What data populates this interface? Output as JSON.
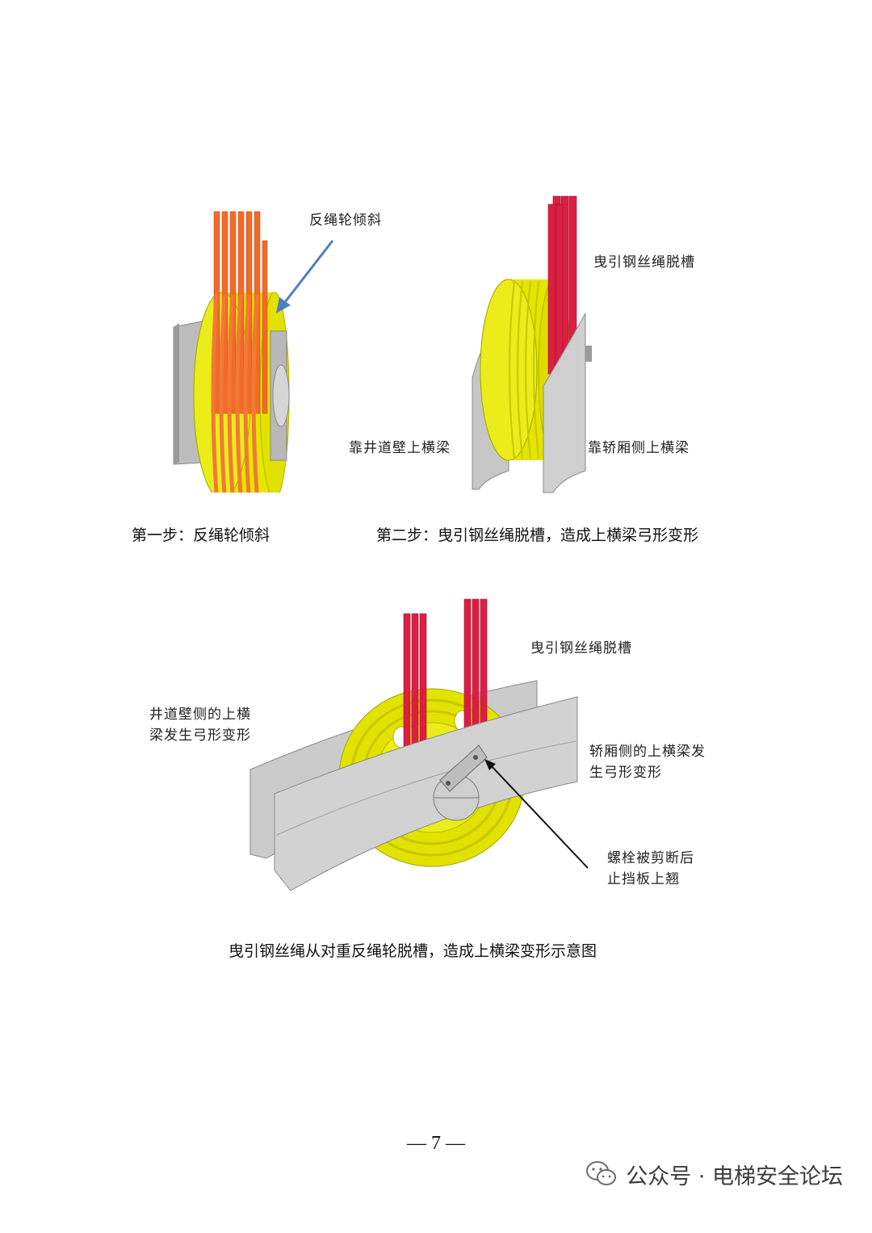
{
  "figure1": {
    "label": "反绳轮倾斜",
    "caption": "第一步：反绳轮倾斜"
  },
  "figure2": {
    "label_rope": "曳引钢丝绳脱槽",
    "label_wall_beam": "靠井道壁上横梁",
    "label_car_beam": "靠轿厢侧上横梁",
    "caption": "第二步：曳引钢丝绳脱槽，造成上横梁弓形变形"
  },
  "figure3": {
    "label_rope": "曳引钢丝绳脱槽",
    "label_wall_beam": "井道壁侧的上横\n梁发生弓形变形",
    "label_car_beam": "轿厢侧的上横梁发\n生弓形变形",
    "label_bolt": "螺栓被剪断后\n止挡板上翘",
    "caption": "曳引钢丝绳从对重反绳轮脱槽，造成上横梁变形示意图"
  },
  "page_number": "— 7 —",
  "watermark": {
    "text": "公众号 · 电梯安全论坛",
    "icon": "wechat-icon"
  },
  "colors": {
    "sheave": "#e6e600",
    "rope_orange": "#f06a2a",
    "rope_red": "#dc1e42",
    "beam": "#c8c8c8",
    "arrow_blue": "#4f7fc0"
  }
}
